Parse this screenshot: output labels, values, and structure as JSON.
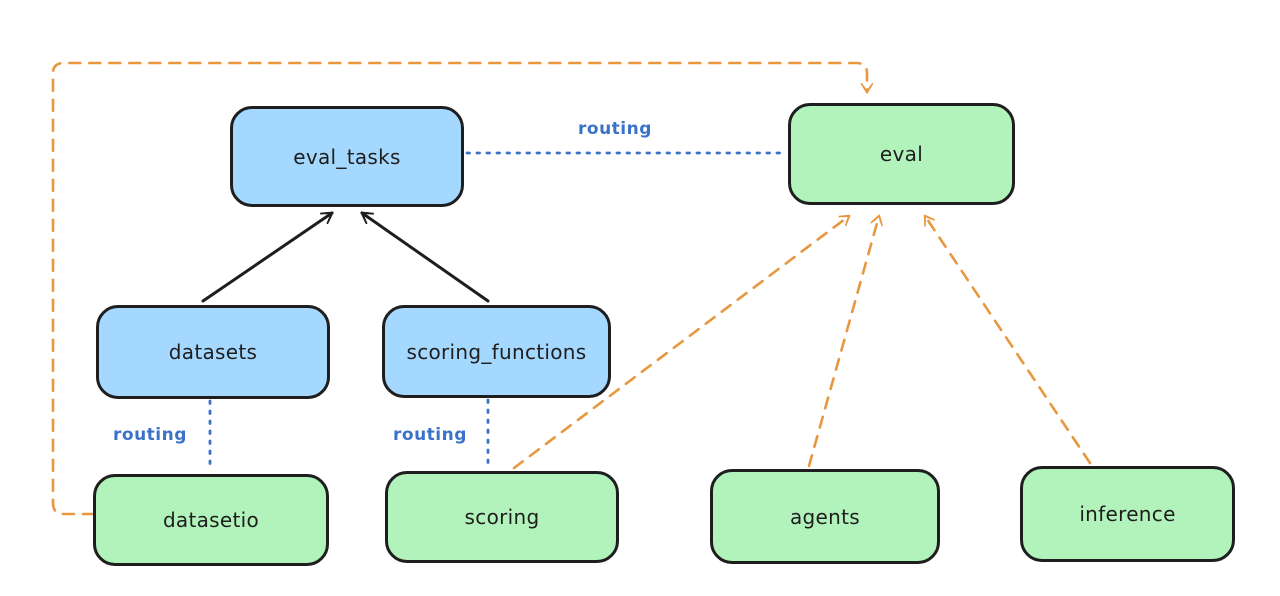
{
  "diagram": {
    "nodes": [
      {
        "id": "eval_tasks",
        "label": "eval_tasks",
        "color": "blue"
      },
      {
        "id": "eval",
        "label": "eval",
        "color": "green"
      },
      {
        "id": "datasets",
        "label": "datasets",
        "color": "blue"
      },
      {
        "id": "scoring_functions",
        "label": "scoring_functions",
        "color": "blue"
      },
      {
        "id": "datasetio",
        "label": "datasetio",
        "color": "green"
      },
      {
        "id": "scoring",
        "label": "scoring",
        "color": "green"
      },
      {
        "id": "agents",
        "label": "agents",
        "color": "green"
      },
      {
        "id": "inference",
        "label": "inference",
        "color": "green"
      }
    ],
    "edges": [
      {
        "from": "eval_tasks",
        "to": "eval",
        "label": "routing",
        "style": "dotted-blue"
      },
      {
        "from": "datasets",
        "to": "datasetio",
        "label": "routing",
        "style": "dotted-blue"
      },
      {
        "from": "scoring_functions",
        "to": "scoring",
        "label": "routing",
        "style": "dotted-blue"
      },
      {
        "from": "datasets",
        "to": "eval_tasks",
        "label": "",
        "style": "solid-black-arrow"
      },
      {
        "from": "scoring_functions",
        "to": "eval_tasks",
        "label": "",
        "style": "solid-black-arrow"
      },
      {
        "from": "datasetio",
        "to": "eval",
        "label": "",
        "style": "dashed-orange-arrow"
      },
      {
        "from": "scoring",
        "to": "eval",
        "label": "",
        "style": "dashed-orange-arrow"
      },
      {
        "from": "agents",
        "to": "eval",
        "label": "",
        "style": "dashed-orange-arrow"
      },
      {
        "from": "inference",
        "to": "eval",
        "label": "",
        "style": "dashed-orange-arrow"
      }
    ],
    "colors": {
      "node_blue_fill": "#a5d8ff",
      "node_green_fill": "#b2f2bb",
      "stroke": "#1e1e1e",
      "orange_edge": "#e8973f",
      "blue_edge": "#3b72c9",
      "background": "#ffffff"
    }
  }
}
